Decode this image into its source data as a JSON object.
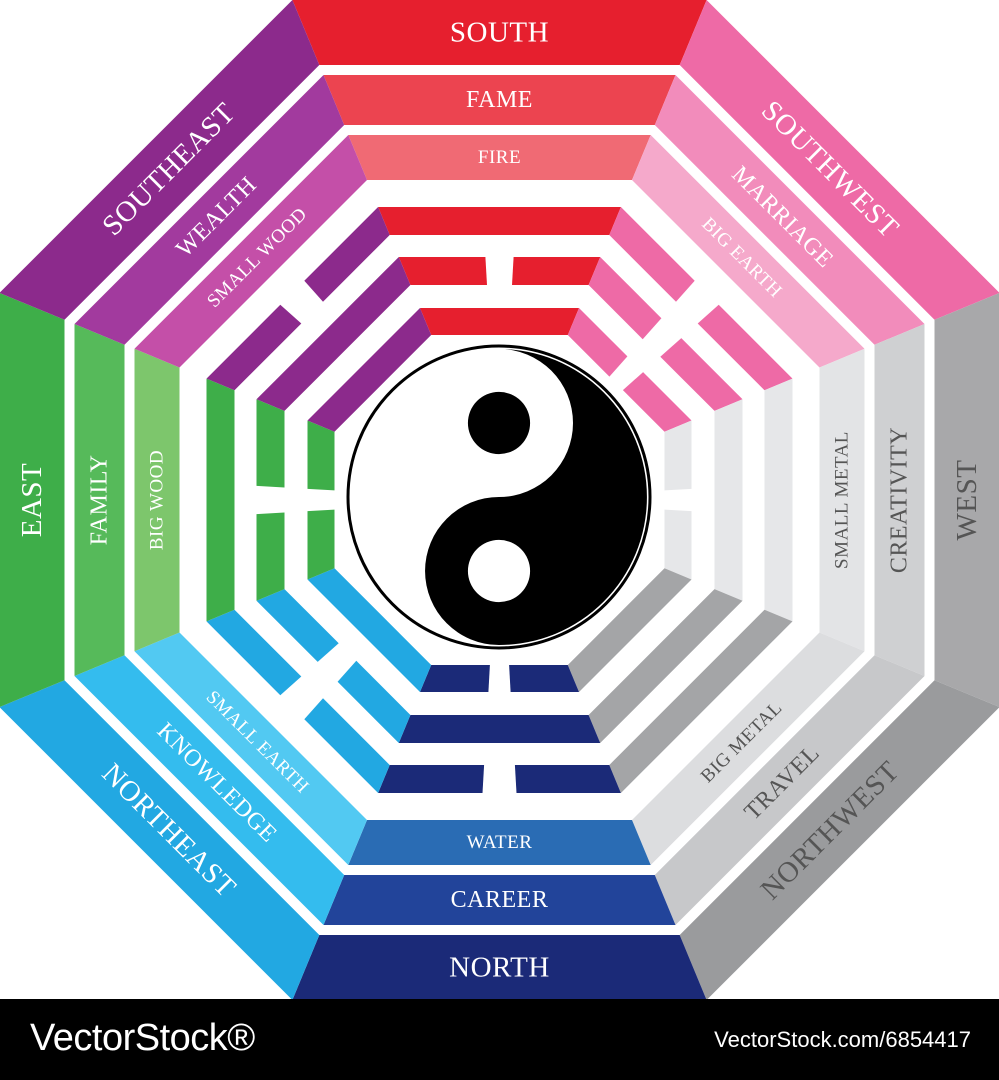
{
  "title": "",
  "sectors": [
    {
      "key": "south",
      "direction": "SOUTH",
      "aspiration": "FAME",
      "element": "FIRE",
      "trigram": [
        1,
        0,
        1
      ],
      "colors": {
        "outer": "#e61f2e",
        "mid": "#ec4450",
        "inner": "#f06a74",
        "trigram": "#e61f2e"
      },
      "text": "#ffffff"
    },
    {
      "key": "southwest",
      "direction": "SOUTHWEST",
      "aspiration": "MARRIAGE",
      "element": "BIG EARTH",
      "trigram": [
        0,
        0,
        0
      ],
      "colors": {
        "outer": "#ee6aa6",
        "mid": "#f28cbb",
        "inner": "#f5a9cb",
        "trigram": "#ee6aa6"
      },
      "text": "#ffffff"
    },
    {
      "key": "west",
      "direction": "WEST",
      "aspiration": "CREATIVITY",
      "element": "SMALL METAL",
      "trigram": [
        0,
        1,
        1
      ],
      "colors": {
        "outer": "#a8a8aa",
        "mid": "#cfd0d2",
        "inner": "#e3e4e6",
        "trigram": "#e6e7e9"
      },
      "text": "#555555"
    },
    {
      "key": "northwest",
      "direction": "NORTHWEST",
      "aspiration": "TRAVEL",
      "element": "BIG METAL",
      "trigram": [
        1,
        1,
        1
      ],
      "colors": {
        "outer": "#9a9b9d",
        "mid": "#c7c8ca",
        "inner": "#dcdddf",
        "trigram": "#a4a5a7"
      },
      "text": "#555555"
    },
    {
      "key": "north",
      "direction": "NORTH",
      "aspiration": "CAREER",
      "element": "WATER",
      "trigram": [
        0,
        1,
        0
      ],
      "colors": {
        "outer": "#1b2a78",
        "mid": "#22449a",
        "inner": "#2a6cb4",
        "trigram": "#1b2a78"
      },
      "text": "#ffffff"
    },
    {
      "key": "northeast",
      "direction": "NORTHEAST",
      "aspiration": "KNOWLEDGE",
      "element": "SMALL EARTH",
      "trigram": [
        1,
        0,
        0
      ],
      "colors": {
        "outer": "#22a8e2",
        "mid": "#34bcee",
        "inner": "#52c9f2",
        "trigram": "#22a8e2"
      },
      "text": "#ffffff"
    },
    {
      "key": "east",
      "direction": "EAST",
      "aspiration": "FAMILY",
      "element": "BIG WOOD",
      "trigram": [
        0,
        0,
        1
      ],
      "colors": {
        "outer": "#3eae49",
        "mid": "#56ba5a",
        "inner": "#7dc66c",
        "trigram": "#3eae49"
      },
      "text": "#ffffff"
    },
    {
      "key": "southeast",
      "direction": "SOUTHEAST",
      "aspiration": "WEALTH",
      "element": "SMALL WOOD",
      "trigram": [
        1,
        1,
        0
      ],
      "colors": {
        "outer": "#8c2a8c",
        "mid": "#a23a9e",
        "inner": "#c44fa8",
        "trigram": "#8c2a8c"
      },
      "text": "#ffffff"
    }
  ],
  "yin_yang": {
    "dark": "#000000",
    "light": "#ffffff"
  },
  "footer": {
    "brand": "VectorStock®",
    "image_id": "VectorStock.com/6854417"
  }
}
